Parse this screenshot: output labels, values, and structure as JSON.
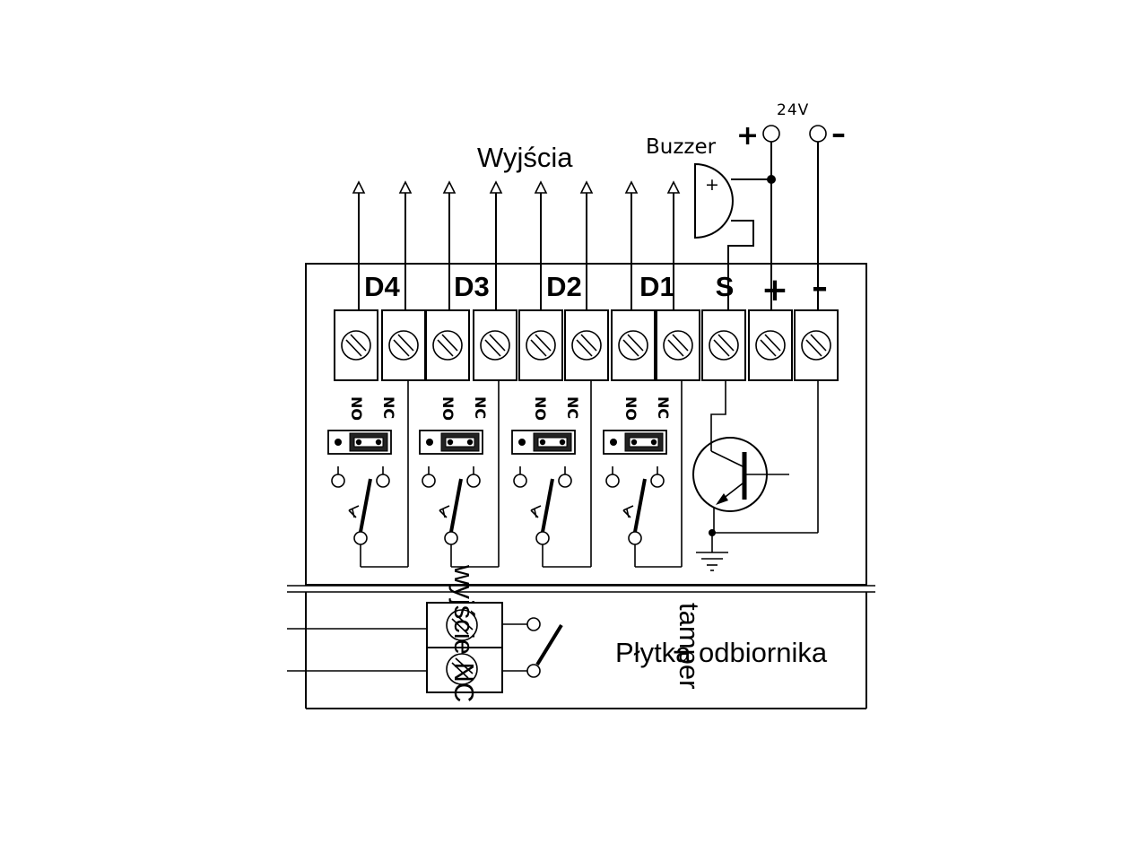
{
  "labels": {
    "outputs_title": "Wyjścia",
    "buzzer": "Buzzer",
    "buzzer_plus": "+",
    "supply_voltage": "24V",
    "supply_plus": "+",
    "supply_minus": "–",
    "receiver_board": "Płytka odbiornika",
    "tamper": "tamper",
    "output_nc": "wyjście NC"
  },
  "terminals": {
    "d4": "D4",
    "d3": "D3",
    "d2": "D2",
    "d1": "D1",
    "s": "S",
    "plus": "+",
    "minus": "–"
  },
  "relay_contacts": {
    "no": "NO",
    "nc": "NC"
  }
}
